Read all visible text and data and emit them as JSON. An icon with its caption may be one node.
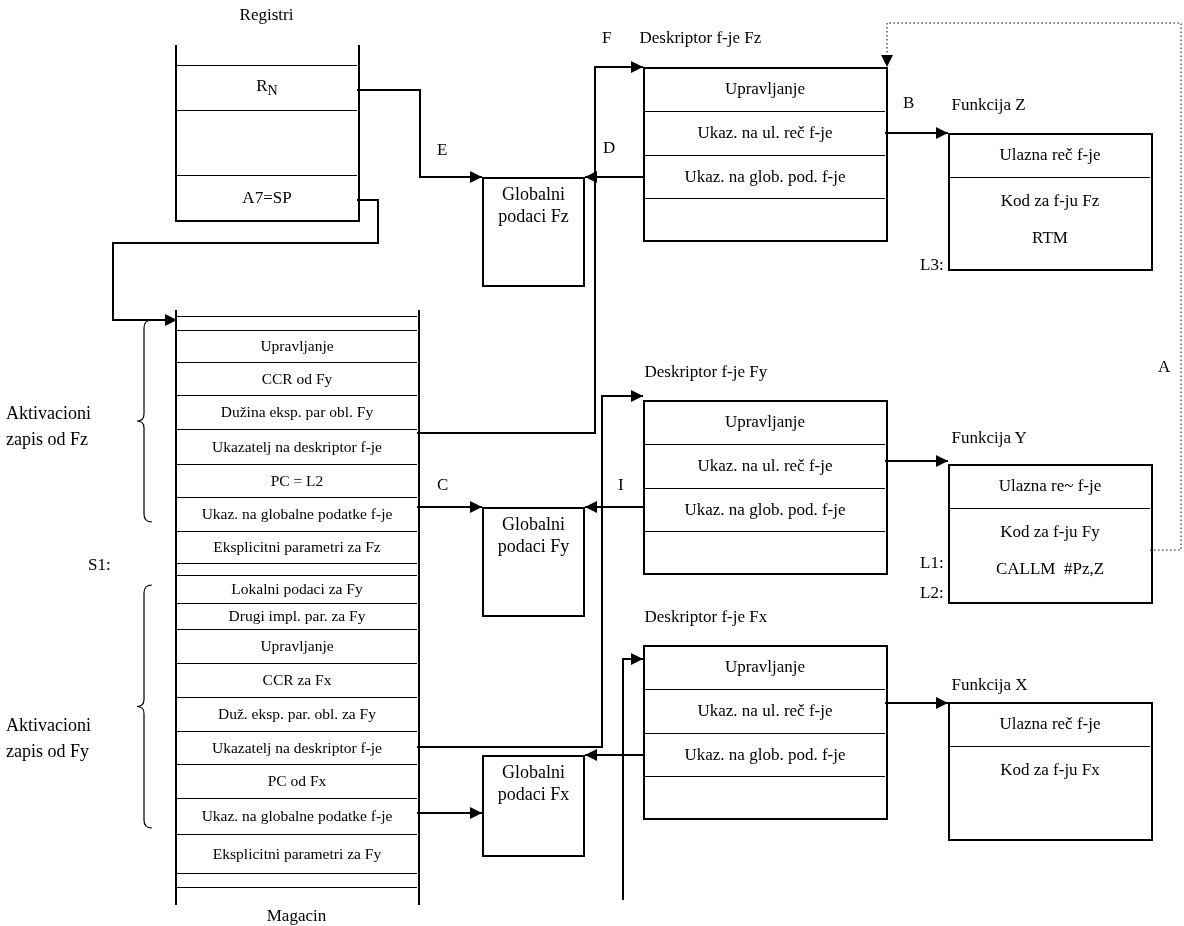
{
  "diagram": {
    "nodes": [
      {
        "text": [
          "Registri"
        ]
      },
      {
        "text": [
          "R$_{N}$"
        ],
        "in": 0
      },
      {
        "text": [],
        "shape": "box",
        "in": 0
      },
      {
        "text": [
          "A7=SP"
        ],
        "in": 0
      },
      {
        "text": [
          "Globalni podaci Fz"
        ]
      },
      {
        "text": [
          "Deskriptor f-je Fz"
        ]
      },
      {
        "text": [
          "Upravljanje"
        ],
        "in": 5
      },
      {
        "text": [
          "Ukaz. na ul. reč f-je"
        ],
        "in": 5
      },
      {
        "text": [
          "Ukaz. na glob. pod. f-je"
        ],
        "in": 5
      },
      {
        "text": [],
        "shape": "box",
        "in": 5
      },
      {
        "text": [
          "Funkcija Z"
        ]
      },
      {
        "text": [
          "Ulazna reč f-je"
        ],
        "in": 10
      },
      {
        "text": [
          "Kod za f-ju Fz",
          "RTM"
        ],
        "in": 10
      },
      {
        "text": [
          "Magacin"
        ]
      },
      {
        "text": [],
        "shape": "box",
        "in": 13
      },
      {
        "text": [
          "Upravljanje"
        ],
        "in": 13
      },
      {
        "text": [
          "CCR od Fy"
        ],
        "in": 13
      },
      {
        "text": [
          "Dužina eksp. par obl. Fy"
        ],
        "in": 13
      },
      {
        "text": [
          "Ukazatelj na deskriptor f-je"
        ],
        "in": 13
      },
      {
        "text": [
          "PC = L2"
        ],
        "in": 13
      },
      {
        "text": [
          "Ukaz. na globalne podatke f-je"
        ],
        "in": 13
      },
      {
        "text": [
          "Eksplicitni parametri za Fz"
        ],
        "in": 13
      },
      {
        "text": [],
        "shape": "box",
        "in": 13
      },
      {
        "text": [
          "Lokalni podaci za Fy"
        ],
        "in": 13
      },
      {
        "text": [
          "Drugi impl. par. za Fy"
        ],
        "in": 13
      },
      {
        "text": [
          "Upravljanje"
        ],
        "in": 13
      },
      {
        "text": [
          "CCR za Fx"
        ],
        "in": 13
      },
      {
        "text": [
          "Duž. eksp. par. obl. za Fy"
        ],
        "in": 13
      },
      {
        "text": [
          "Ukazatelj na deskriptor f-je"
        ],
        "in": 13
      },
      {
        "text": [
          "PC od Fx"
        ],
        "in": 13
      },
      {
        "text": [
          "Ukaz. na globalne podatke f-je"
        ],
        "in": 13
      },
      {
        "text": [
          "Eksplicitni parametri za Fy"
        ],
        "in": 13
      },
      {
        "text": [],
        "shape": "box",
        "in": 13
      },
      {
        "text": [
          "Globalni podaci Fy"
        ]
      },
      {
        "text": [
          "Deskriptor f-je Fy"
        ]
      },
      {
        "text": [
          "Upravljanje"
        ],
        "in": 34
      },
      {
        "text": [
          "Ukaz. na ul. reč f-je"
        ],
        "in": 34
      },
      {
        "text": [
          "Ukaz. na glob. pod. f-je"
        ],
        "in": 34
      },
      {
        "text": [],
        "shape": "box",
        "in": 34
      },
      {
        "text": [
          "Funkcija Y"
        ]
      },
      {
        "text": [
          "Ulazna re~ f-je"
        ],
        "in": 39
      },
      {
        "text": [
          "Kod za f-ju Fy",
          "CALLM  #Pz,Z"
        ],
        "in": 39
      },
      {
        "text": [
          "Deskriptor f-je Fx"
        ]
      },
      {
        "text": [
          "Upravljanje"
        ],
        "in": 42
      },
      {
        "text": [
          "Ukaz. na ul. reč f-je"
        ],
        "in": 42
      },
      {
        "text": [
          "Ukaz. na glob. pod. f-je"
        ],
        "in": 42
      },
      {
        "text": [],
        "shape": "box",
        "in": 42
      },
      {
        "text": [
          "Funkcija X"
        ]
      },
      {
        "text": [
          "Ulazna reč f-je"
        ],
        "in": 47
      },
      {
        "text": [
          "Kod za f-ju Fx"
        ],
        "in": 47
      },
      {
        "text": [
          "Globalni podaci Fx"
        ]
      }
    ],
    "edges": [
      {
        "from": 1,
        "to": 4,
        "arrow": "to",
        "label": "E"
      },
      {
        "from": 3,
        "to": 14,
        "arrow": "to"
      },
      {
        "from": 18,
        "to": 5,
        "arrow": "to",
        "label": "F"
      },
      {
        "from": 8,
        "to": 4,
        "arrow": "to",
        "label": "D"
      },
      {
        "from": 7,
        "to": 10,
        "arrow": "to",
        "label": "B"
      },
      {
        "from": 41,
        "to": 5,
        "arrow": "to",
        "label": "A",
        "style": "dashed"
      },
      {
        "from": 20,
        "to": 33,
        "arrow": "to",
        "label": "C"
      },
      {
        "from": 37,
        "to": 33,
        "arrow": "to",
        "label": "I"
      },
      {
        "from": 36,
        "to": 39,
        "arrow": "to"
      },
      {
        "from": 28,
        "to": 34,
        "arrow": "to"
      },
      {
        "from": 30,
        "to": 50,
        "arrow": "to"
      },
      {
        "from": 45,
        "to": 50,
        "arrow": "to"
      },
      {
        "from": 44,
        "to": 47,
        "arrow": "to"
      },
      {
        "from": null,
        "to": 42,
        "arrow": "to"
      }
    ],
    "labels": [
      "L3:",
      "Aktivacioni zapis od Fz",
      "S1:",
      "L1:",
      "L2:",
      "Aktivacioni zapis od Fy"
    ]
  }
}
